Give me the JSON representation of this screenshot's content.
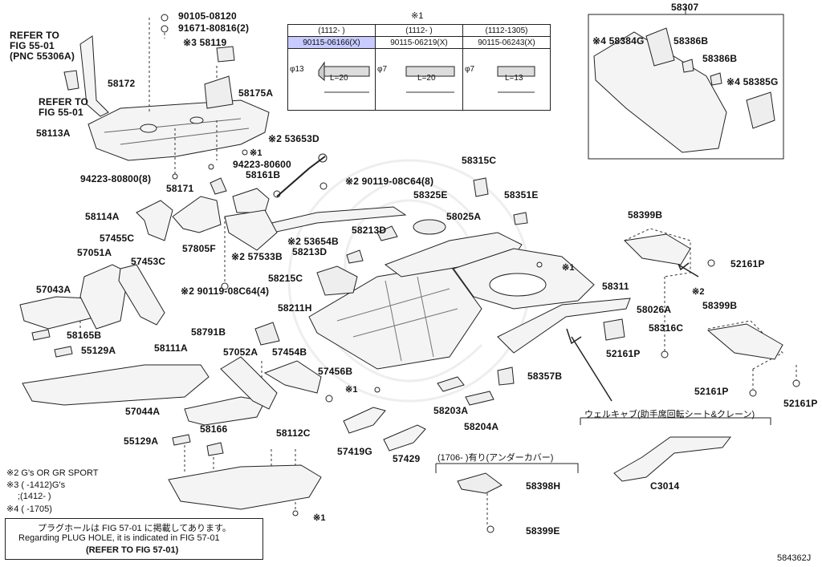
{
  "callouts": {
    "refer_5501_a": "REFER TO",
    "refer_5501_b": "FIG 55-01",
    "refer_5501_c": "(PNC 55306A)",
    "refer_5501_d": "REFER TO",
    "refer_5501_e": "FIG 55-01",
    "p90105": "90105-08120",
    "p91671": "91671-80816(2)",
    "p58119": "※3 58119",
    "p58172": "58172",
    "p58175A": "58175A",
    "p58113A": "58113A",
    "p53653D": "※2 53653D",
    "pmark1a": "※1",
    "p94223a": "94223-80600",
    "p94223b": "94223-80800(8)",
    "p58161B": "58161B",
    "p58171": "58171",
    "p90119a": "※2 90119-08C64(8)",
    "p58114A": "58114A",
    "p57455C": "57455C",
    "p57051A": "57051A",
    "p57453C": "57453C",
    "p57805F": "57805F",
    "p53654B": "※2 53654B",
    "p57533B": "※2 57533B",
    "p58213Da": "58213D",
    "p58213Db": "58213D",
    "p90119b": "※2 90119-08C64(4)",
    "p57043A": "57043A",
    "p58215C": "58215C",
    "p58211H": "58211H",
    "p58315C": "58315C",
    "p58325E": "58325E",
    "p58351E": "58351E",
    "p58025A": "58025A",
    "pmark1b": "※1",
    "p58311": "58311",
    "p58026A": "58026A",
    "p58165B": "58165B",
    "p55129Aa": "55129A",
    "p58111A": "58111A",
    "p58791B": "58791B",
    "p57052A": "57052A",
    "p57454B": "57454B",
    "p57456B": "57456B",
    "pmark1c": "※1",
    "p58316C": "58316C",
    "p52161Pa": "52161P",
    "p58357B": "58357B",
    "p57044A": "57044A",
    "p58166": "58166",
    "p58112C": "58112C",
    "p58203A": "58203A",
    "p58204A": "58204A",
    "p55129Ab": "55129A",
    "p57419G": "57419G",
    "p57429": "57429",
    "pmark1d": "※1",
    "p58307": "58307",
    "p58384G": "※4 58384G",
    "p58386Ba": "58386B",
    "p58386Bb": "58386B",
    "p58385G": "※4 58385G",
    "p58399Ba": "58399B",
    "p52161Pb": "52161P",
    "pmark2": "※2",
    "p58399Bb": "58399B",
    "p52161Pc": "52161P",
    "p52161Pd": "52161P",
    "welcab": "ウェルキャブ(助手席回転シート&クレーン)",
    "pC3014": "C3014",
    "undercover": "(1706-      )有り(アンダーカバー)",
    "p58398H": "58398H",
    "p58399E": "58399E"
  },
  "spec_table": {
    "group": "※1",
    "headers": [
      "(1112-      )",
      "(1112-      )",
      "(1112-1305)"
    ],
    "parts": [
      "90115-06166(X)",
      "90115-06219(X)",
      "90115-06243(X)"
    ],
    "diam": [
      "φ13",
      "φ7",
      "φ7"
    ],
    "length": [
      "L=20",
      "L=20",
      "L=13"
    ]
  },
  "notes": {
    "n2": "※2 G's OR GR SPORT",
    "n3": "※3 (       -1412)G's",
    "n3b": ";(1412-       )",
    "n4": "※4 (       -1705)"
  },
  "plug_box": {
    "line1": "プラグホールは FIG 57-01 に掲載してあります。",
    "line2": "Regarding PLUG HOLE, it is indicated in FIG 57-01",
    "line3": "(REFER TO FIG 57-01)"
  },
  "diagram_id": "584362J"
}
